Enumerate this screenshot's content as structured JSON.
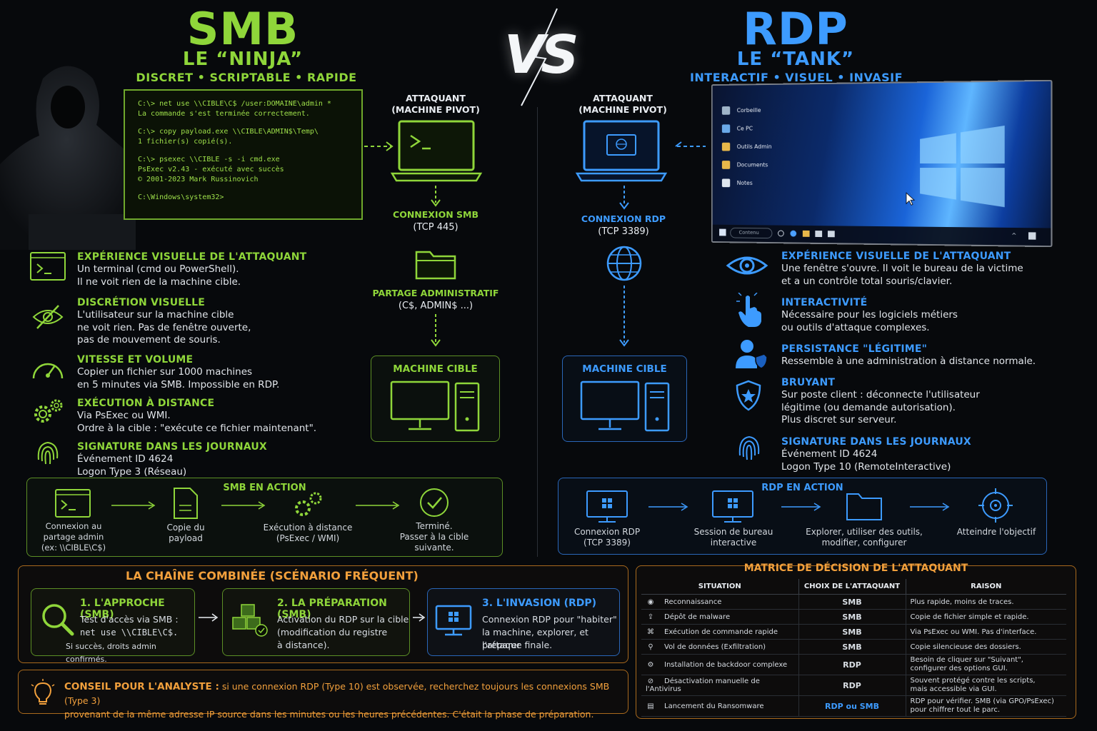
{
  "smb": {
    "title": "SMB",
    "subtitle": "LE “NINJA”",
    "tagline": "DISCRET • SCRIPTABLE • RAPIDE",
    "terminal": [
      "C:\\> net use \\\\CIBLE\\C$ /user:DOMAINE\\admin *",
      "La commande s'est terminée correctement.",
      "",
      "C:\\> copy payload.exe \\\\CIBLE\\ADMIN$\\Temp\\",
      "1 fichier(s) copié(s).",
      "",
      "C:\\> psexec \\\\CIBLE -s -i cmd.exe",
      "PsExec v2.43 - exécuté avec succès",
      "© 2001-2023 Mark Russinovich",
      "",
      "C:\\Windows\\system32>"
    ],
    "attacker_label": [
      "ATTAQUANT",
      "(MACHINE PIVOT)"
    ],
    "connection_label": "CONNEXION SMB",
    "connection_port": "(TCP 445)",
    "share_label": "PARTAGE ADMINISTRATIF",
    "share_detail": "(C$, ADMIN$ ...)",
    "target_label": "MACHINE CIBLE",
    "features": [
      {
        "title": "EXPÉRIENCE VISUELLE DE L'ATTAQUANT",
        "lines": [
          "Un terminal (cmd ou PowerShell).",
          "Il ne voit rien de la machine cible."
        ],
        "icon": "terminal-icon"
      },
      {
        "title": "DISCRÉTION VISUELLE",
        "lines": [
          "L'utilisateur sur la machine cible",
          "ne voit rien. Pas de fenêtre ouverte,",
          "pas de mouvement de souris."
        ],
        "icon": "eye-slash-icon"
      },
      {
        "title": "VITESSE ET VOLUME",
        "lines": [
          "Copier un fichier sur 1000 machines",
          "en 5 minutes via SMB. Impossible en RDP."
        ],
        "icon": "speedometer-icon"
      },
      {
        "title": "EXÉCUTION À DISTANCE",
        "lines": [
          "Via PsExec ou WMI.",
          "Ordre à la cible : \"exécute ce fichier maintenant\"."
        ],
        "icon": "gears-icon"
      },
      {
        "title": "SIGNATURE DANS LES JOURNAUX",
        "lines": [
          "Événement ID 4624",
          "Logon Type 3 (Réseau)"
        ],
        "icon": "fingerprint-icon"
      }
    ],
    "action_title": "SMB EN ACTION",
    "action_steps": [
      [
        "Connexion au",
        "partage admin",
        "(ex: \\\\CIBLE\\C$)"
      ],
      [
        "Copie du",
        "payload"
      ],
      [
        "Exécution à distance",
        "(PsExec / WMI)"
      ],
      [
        "Terminé.",
        "Passer à la cible",
        "suivante."
      ]
    ]
  },
  "vs": "VS",
  "rdp": {
    "title": "RDP",
    "subtitle": "LE “TANK”",
    "tagline": "INTERACTIF • VISUEL • INVASIF",
    "attacker_label": [
      "ATTAQUANT",
      "(MACHINE PIVOT)"
    ],
    "connection_label": "CONNEXION RDP",
    "connection_port": "(TCP 3389)",
    "target_label": "MACHINE CIBLE",
    "desktop_icons": [
      "Corbeille",
      "Ce PC",
      "Outils Admin",
      "Documents",
      "Notes"
    ],
    "desktop_search": "Contenu",
    "features": [
      {
        "title": "EXPÉRIENCE VISUELLE DE L'ATTAQUANT",
        "lines": [
          "Une fenêtre s'ouvre. Il voit le bureau de la victime",
          "et a un contrôle total souris/clavier."
        ],
        "icon": "eye-icon"
      },
      {
        "title": "INTERACTIVITÉ",
        "lines": [
          "Nécessaire pour les logiciels métiers",
          "ou outils d'attaque complexes."
        ],
        "icon": "hand-click-icon"
      },
      {
        "title": "PERSISTANCE \"LÉGITIME\"",
        "lines": [
          "Ressemble à une administration à distance normale."
        ],
        "icon": "user-shield-icon"
      },
      {
        "title": "BRUYANT",
        "lines": [
          "Sur poste client : déconnecte l'utilisateur",
          "légitime (ou demande autorisation).",
          "Plus discret sur serveur."
        ],
        "icon": "shield-star-icon"
      },
      {
        "title": "SIGNATURE DANS LES JOURNAUX",
        "lines": [
          "Événement ID 4624",
          "Logon Type 10 (RemoteInteractive)"
        ],
        "icon": "fingerprint-icon"
      }
    ],
    "action_title": "RDP EN ACTION",
    "action_steps": [
      [
        "Connexion RDP",
        "(TCP 3389)"
      ],
      [
        "Session de bureau",
        "interactive"
      ],
      [
        "Explorer, utiliser des outils,",
        "modifier, configurer"
      ],
      [
        "Atteindre l'objectif"
      ]
    ]
  },
  "chain": {
    "title": "LA CHAÎNE COMBINÉE (SCÉNARIO FRÉQUENT)",
    "steps": [
      {
        "title": "1. L'APPROCHE (SMB)",
        "lines": [
          "Test d'accès via SMB :",
          "net use \\\\CIBLE\\C$.",
          "Si succès, droits admin confirmés."
        ]
      },
      {
        "title": "2. LA PRÉPARATION (SMB)",
        "lines": [
          "Activation du RDP sur la cible",
          "(modification du registre",
          "à distance)."
        ]
      },
      {
        "title": "3. L'INVASION (RDP)",
        "lines": [
          "Connexion RDP pour \"habiter\"",
          "la machine, explorer, et préparer",
          "l'attaque finale."
        ]
      }
    ]
  },
  "tip": {
    "label": "CONSEIL POUR L'ANALYSTE :",
    "text1": "si une connexion RDP (Type 10) est observée, recherchez toujours les connexions SMB (Type 3)",
    "text2": "provenant de la même adresse IP source dans les minutes ou les heures précédentes. C'était la phase de préparation."
  },
  "matrix": {
    "title": "MATRICE DE DÉCISION DE L'ATTAQUANT",
    "headers": [
      "SITUATION",
      "CHOIX DE L'ATTAQUANT",
      "RAISON"
    ],
    "rows": [
      {
        "situation": "Reconnaissance",
        "choice": "SMB",
        "reason": [
          "Plus rapide, moins de traces."
        ]
      },
      {
        "situation": "Dépôt de malware",
        "choice": "SMB",
        "reason": [
          "Copie de fichier simple et rapide."
        ]
      },
      {
        "situation": "Exécution de commande rapide",
        "choice": "SMB",
        "reason": [
          "Via PsExec ou WMI. Pas d'interface."
        ]
      },
      {
        "situation": "Vol de données (Exfiltration)",
        "choice": "SMB",
        "reason": [
          "Copie silencieuse des dossiers."
        ]
      },
      {
        "situation": "Installation de backdoor complexe",
        "choice": "RDP",
        "reason": [
          "Besoin de cliquer sur \"Suivant\",",
          "configurer des options GUI."
        ]
      },
      {
        "situation": "Désactivation manuelle de l'Antivirus",
        "choice": "RDP",
        "reason": [
          "Souvent protégé contre les scripts,",
          "mais accessible via GUI."
        ]
      },
      {
        "situation": "Lancement du Ransomware",
        "choice": "RDP ou SMB",
        "reason": [
          "RDP pour vérifier. SMB (via GPO/PsExec)",
          "pour chiffrer tout le parc."
        ]
      }
    ]
  }
}
